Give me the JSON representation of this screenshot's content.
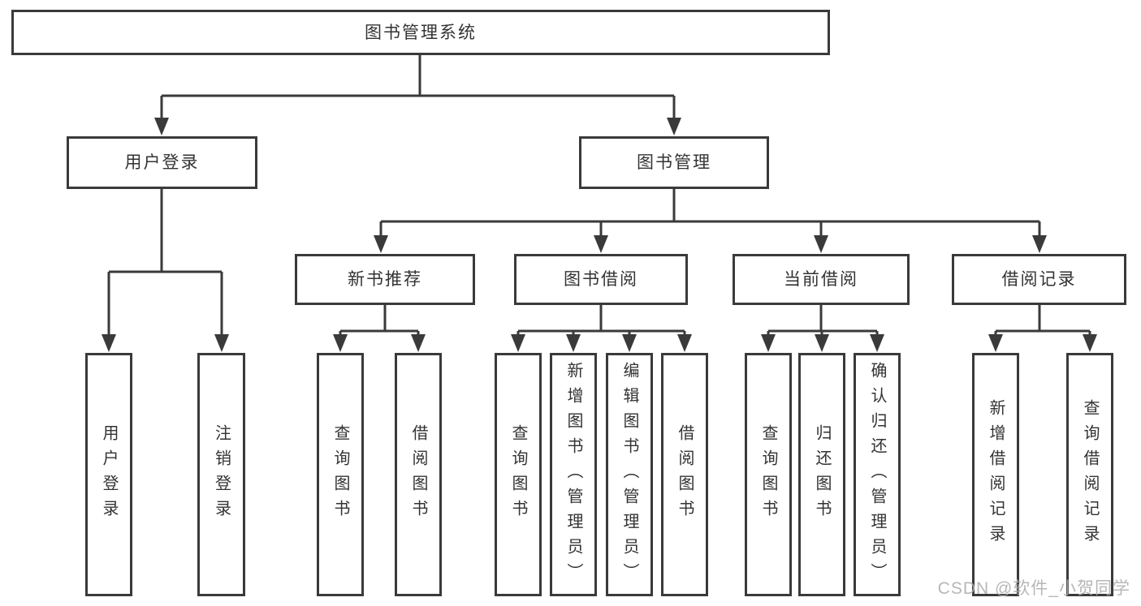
{
  "diagram": {
    "title": "图书管理系统",
    "colors": {
      "line": "#3a3a3a",
      "text": "#333333",
      "watermark": "#ababab",
      "background": "#ffffff"
    },
    "user_login": {
      "label": "用户登录",
      "children": [
        "用户登录",
        "注销登录"
      ]
    },
    "book_mgmt": {
      "label": "图书管理",
      "sections": [
        {
          "label": "新书推荐",
          "children": [
            "查询图书",
            "借阅图书"
          ]
        },
        {
          "label": "图书借阅",
          "children": [
            "查询图书",
            "新增图书（管理员）",
            "编辑图书（管理员）",
            "借阅图书"
          ]
        },
        {
          "label": "当前借阅",
          "children": [
            "查询图书",
            "归还图书",
            "确认归还（管理员）"
          ]
        },
        {
          "label": "借阅记录",
          "children": [
            "新增借阅记录",
            "查询借阅记录"
          ]
        }
      ]
    },
    "watermark": "CSDN @软件_小贺同学"
  }
}
